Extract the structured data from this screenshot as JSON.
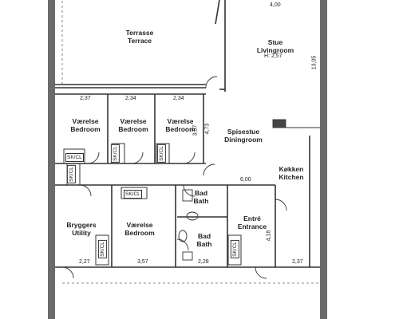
{
  "rooms": {
    "terrace": {
      "name_da": "Terrasse",
      "name_en": "Terrace"
    },
    "living": {
      "name_da": "Stue",
      "name_en": "Livingroom",
      "height": "H: 2,57"
    },
    "bedroom1": {
      "name_da": "Værelse",
      "name_en": "Bedroom"
    },
    "bedroom2": {
      "name_da": "Værelse",
      "name_en": "Bedroom"
    },
    "bedroom3": {
      "name_da": "Værelse",
      "name_en": "Bedroom"
    },
    "dining": {
      "name_da": "Spisestue",
      "name_en": "Diningroom"
    },
    "kitchen": {
      "name_da": "Køkken",
      "name_en": "Kitchen"
    },
    "utility": {
      "name_da": "Bryggers",
      "name_en": "Utility"
    },
    "bedroom4": {
      "name_da": "Værelse",
      "name_en": "Bedroom"
    },
    "bath1": {
      "name_da": "Bad",
      "name_en": "Bath"
    },
    "bath2": {
      "name_da": "Bad",
      "name_en": "Bath"
    },
    "entrance": {
      "name_da": "Entré",
      "name_en": "Entrance"
    }
  },
  "dimensions": {
    "living_width": "4,00",
    "living_depth": "13,05",
    "bed1_width": "2,37",
    "bed2_width": "2,34",
    "bed3_width": "2,34",
    "bed3_depth_a": "3,57",
    "bed3_depth_b": "4,73",
    "kitchen_width": "6,00",
    "utility_width": "2,27",
    "bed4_width": "3,57",
    "bath_width": "2,28",
    "entrance_depth": "4,18",
    "entrance_width": "2,37"
  },
  "closet_label": "SK/CL",
  "colors": {
    "wall": "#6b6b6b",
    "line": "#333333",
    "background": "#ffffff"
  }
}
